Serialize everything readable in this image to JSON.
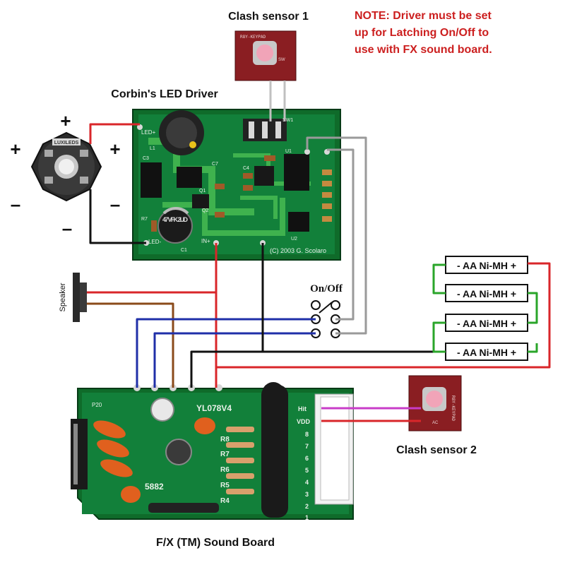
{
  "labels": {
    "clash_sensor_1": "Clash sensor 1",
    "clash_sensor_2": "Clash sensor 2",
    "led_driver": "Corbin's LED Driver",
    "sound_board": "F/X (TM) Sound Board",
    "speaker": "Speaker",
    "on_off": "On/Off",
    "note_line1": "NOTE: Driver must be set",
    "note_line2": "up for Latching On/Off to",
    "note_line3": "use with FX sound board."
  },
  "led": {
    "plus_top": "+",
    "plus_left": "+",
    "plus_right": "+",
    "minus_left": "–",
    "minus_right": "–",
    "minus_bottom": "–",
    "brand": "LUXILEDS"
  },
  "batteries": [
    {
      "label": "- AA Ni-MH +"
    },
    {
      "label": "- AA Ni-MH +"
    },
    {
      "label": "- AA Ni-MH +"
    },
    {
      "label": "- AA Ni-MH +"
    }
  ],
  "driver_board": {
    "led_plus": "LED+",
    "led_minus": "LED-",
    "in_plus": "IN+",
    "copyright": "(C) 2003 G. Scolaro",
    "cap_text": "47 VFK 2UD",
    "sw": "SW1",
    "u1": "U1",
    "u2": "U2",
    "c1": "C1",
    "c3": "C3",
    "c4": "C4",
    "c7": "C7",
    "q1": "Q1",
    "q2": "Q2",
    "r7": "R7",
    "l1": "L1"
  },
  "sound_board": {
    "chip": "YL078V4",
    "part": "5882",
    "hit": "Hit",
    "vdd": "VDD",
    "pins": [
      "8",
      "7",
      "6",
      "5",
      "4",
      "3",
      "2",
      "1"
    ],
    "resistors": [
      "R8",
      "R7",
      "R6",
      "R5",
      "R4"
    ],
    "p20": "P20"
  },
  "colors": {
    "red_wire": "#d9262a",
    "black_wire": "#111111",
    "gray_wire": "#9a9a9a",
    "blue_wire": "#1f2fa8",
    "brown_wire": "#8a4a1a",
    "green_wire": "#2aa52a",
    "magenta_wire": "#c83cc8",
    "pcb_green": "#0f6b2a",
    "note_red": "#cc1f1f",
    "sensor_board": "#8a1e22"
  }
}
